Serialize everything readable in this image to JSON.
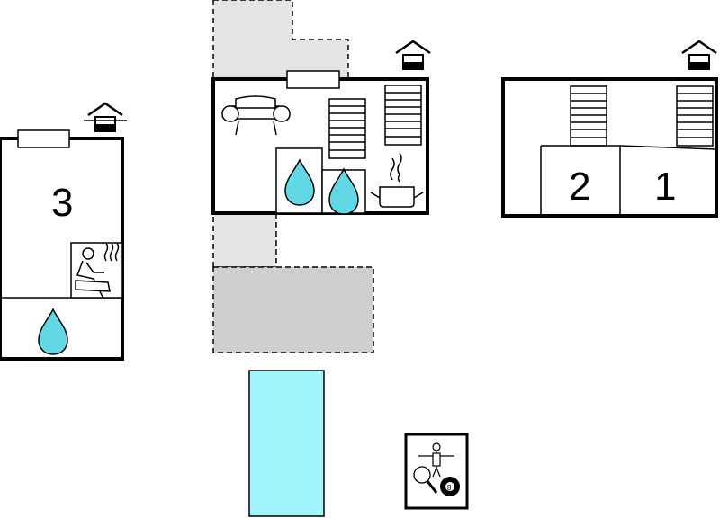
{
  "rooms": {
    "bedroom_3": {
      "number": "3"
    },
    "bedroom_2": {
      "number": "2"
    },
    "bedroom_1": {
      "number": "1"
    }
  },
  "icons": {
    "floor_marker": "house-level-icon",
    "sofa": "sofa-icon",
    "stairs": "stairs-icon",
    "water": "water-drop-icon",
    "cooking": "cooking-pot-icon",
    "sauna": "sauna-icon",
    "activities": "table-tennis-foosball-billiards-icon"
  },
  "colors": {
    "outline": "#000000",
    "water": "#62d8e6",
    "pool": "#a2f6fb",
    "terrace_light": "#e4e4e4",
    "terrace_dark": "#cfcfcf"
  }
}
